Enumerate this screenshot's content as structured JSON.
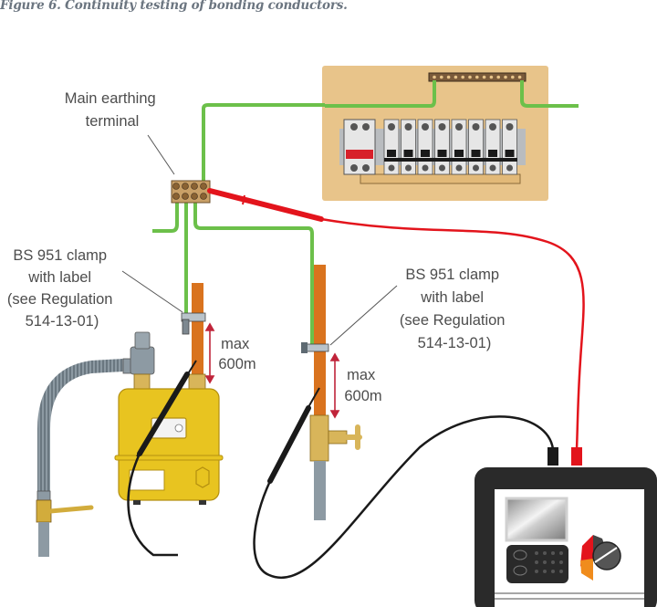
{
  "figure": {
    "title": "Figure 6. Continuity testing of bonding conductors."
  },
  "labels": {
    "main_earthing_terminal": [
      "Main earthing",
      "terminal"
    ],
    "clamp_left": [
      "BS 951 clamp",
      "with label",
      "(see Regulation",
      "514-13-01)"
    ],
    "clamp_right": [
      "BS 951 clamp",
      "with label",
      "(see Regulation",
      "514-13-01)"
    ],
    "max_left": [
      "max",
      "600m"
    ],
    "max_right": [
      "max",
      "600m"
    ]
  },
  "components": {
    "consumer_unit": {
      "rcd_count": 1,
      "mcb_count": 8
    },
    "earth_bar_terminals": 8,
    "test_instrument": {
      "leads": [
        "black",
        "red"
      ]
    }
  },
  "colors": {
    "earth_conductor": "#6cc04a",
    "copper_pipe": "#d9731e",
    "gas_meter": "#e8c420",
    "consumer_unit_board": "#e8c48a",
    "test_lead_red": "#e3141c",
    "test_lead_black": "#1a1a1a",
    "arrow": "#c0243a",
    "text": "#4d4d4d"
  }
}
